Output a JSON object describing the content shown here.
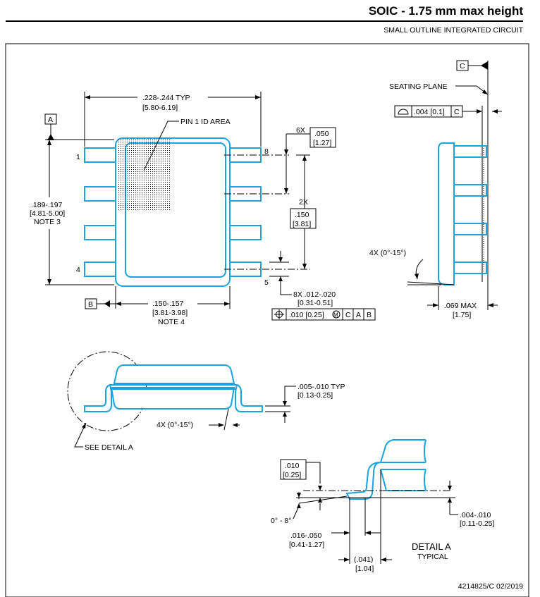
{
  "header": {
    "title": "SOIC - 1.75 mm max height",
    "subtitle": "SMALL OUTLINE INTEGRATED CIRCUIT"
  },
  "footer": {
    "doc_number": "4214825/C  02/2019"
  },
  "top_view": {
    "datum_a": "A",
    "datum_b": "B",
    "datum_c": "C",
    "width_dim": ".228-.244  TYP",
    "width_dim_mm": "[5.80-6.19]",
    "pin1_label": "PIN 1 ID AREA",
    "height_dim": ".189-.197",
    "height_dim_mm": "[4.81-5.00]",
    "height_note": "NOTE 3",
    "pin_1": "1",
    "pin_4": "4",
    "pin_5": "5",
    "pin_8": "8",
    "pitch_prefix": "6X",
    "pitch": ".050",
    "pitch_mm": "[1.27]",
    "span_prefix": "2X",
    "span": ".150",
    "span_mm": "[3.81]",
    "lead_width": "8X .012-.020",
    "lead_width_mm": "[0.31-0.51]",
    "fcf_value": ".010 [0.25]",
    "fcf_modifier": "M",
    "fcf_c": "C",
    "fcf_a": "A",
    "fcf_b": "B",
    "body_width": ".150-.157",
    "body_width_mm": "[3.81-3.98]",
    "body_note": "NOTE 4"
  },
  "side_view": {
    "seating_plane": "SEATING PLANE",
    "flatness": ".004 [0.1]",
    "flatness_ref": "C",
    "angle": "4X (0°-15°)",
    "max_height": ".069 MAX",
    "max_height_mm": "[1.75]"
  },
  "end_view": {
    "lead_thickness": ".005-.010  TYP",
    "lead_thickness_mm": "[0.13-0.25]",
    "angle": "4X (0°-15°)",
    "see_detail": "SEE DETAIL A"
  },
  "detail_a": {
    "gauge": ".010",
    "gauge_mm": "[0.25]",
    "angle": "0° - 8°",
    "foot_length": ".016-.050",
    "foot_length_mm": "[0.41-1.27]",
    "foot_ref": "(.041)",
    "foot_ref_mm": "[1.04]",
    "standoff": ".004-.010",
    "standoff_mm": "[0.11-0.25]",
    "title": "DETAIL A",
    "subtitle": "TYPICAL"
  }
}
